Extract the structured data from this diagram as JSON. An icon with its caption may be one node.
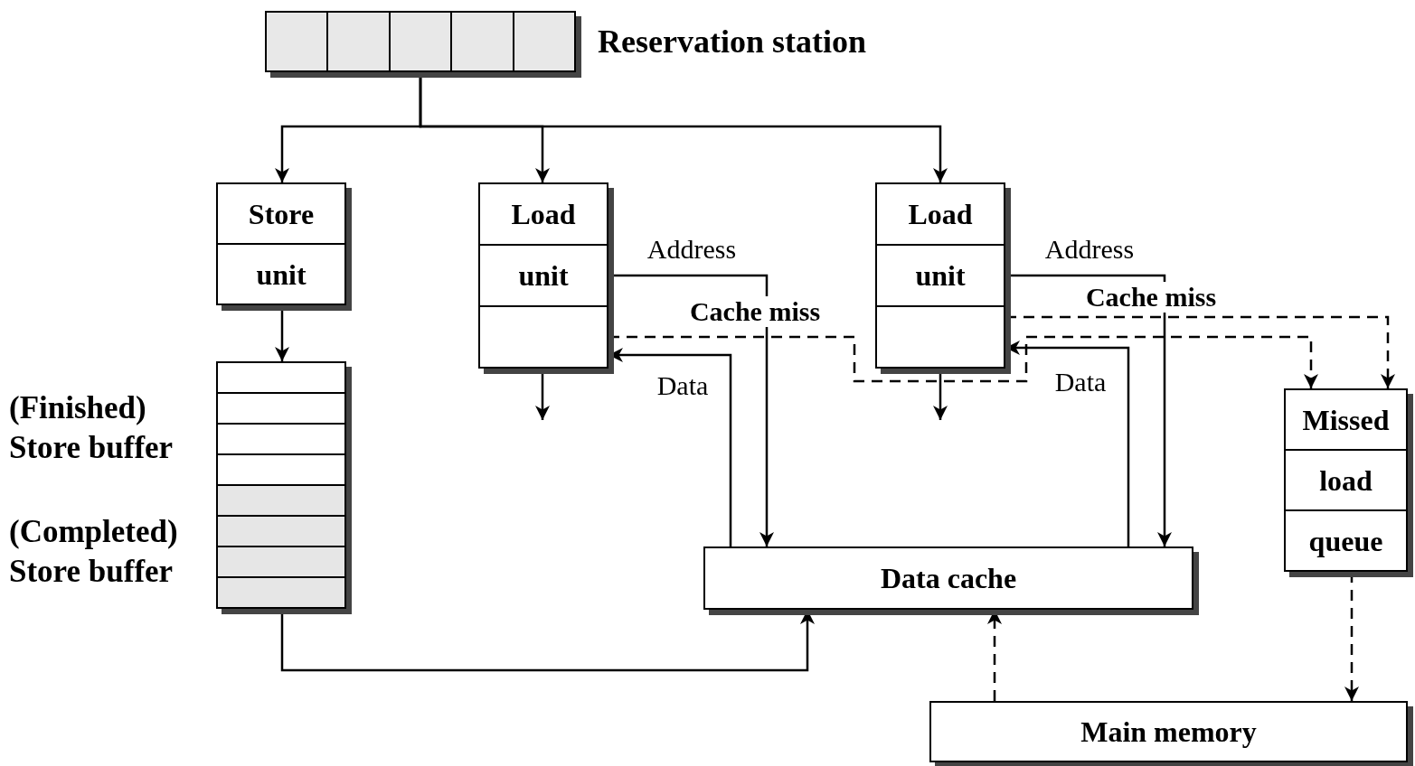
{
  "diagram": {
    "nodes": [
      {
        "text": [
          "Reservation station"
        ]
      },
      {
        "text": [
          "Store",
          "unit"
        ]
      },
      {
        "text": [
          "Load",
          "unit"
        ]
      },
      {
        "text": [
          "Load",
          "unit"
        ]
      },
      {
        "text": [
          "(Finished) Store buffer",
          "(Completed) Store buffer"
        ]
      },
      {
        "text": [
          "Data cache"
        ]
      },
      {
        "text": [
          "Missed",
          "load",
          "queue"
        ]
      },
      {
        "text": [
          "Main memory"
        ]
      }
    ],
    "edges": [
      {
        "from": 0,
        "to": 1,
        "arrow": "to"
      },
      {
        "from": 0,
        "to": 2,
        "arrow": "to"
      },
      {
        "from": 0,
        "to": 3,
        "arrow": "to"
      },
      {
        "from": 1,
        "to": 4,
        "arrow": "to"
      },
      {
        "from": 2,
        "to": 5,
        "arrow": "to",
        "label": "Address"
      },
      {
        "from": 5,
        "to": 2,
        "arrow": "to",
        "label": "Data"
      },
      {
        "from": 2,
        "to": 6,
        "arrow": "to",
        "label": "Cache miss",
        "style": "dashed"
      },
      {
        "from": 2,
        "to": null,
        "arrow": "to"
      },
      {
        "from": 3,
        "to": 5,
        "arrow": "to",
        "label": "Address"
      },
      {
        "from": 5,
        "to": 3,
        "arrow": "to",
        "label": "Data"
      },
      {
        "from": 3,
        "to": 6,
        "arrow": "to",
        "label": "Cache miss",
        "style": "dashed"
      },
      {
        "from": 3,
        "to": null,
        "arrow": "to"
      },
      {
        "from": 4,
        "to": 5,
        "arrow": "to"
      },
      {
        "from": 7,
        "to": 5,
        "arrow": "to",
        "style": "dashed"
      },
      {
        "from": 6,
        "to": 7,
        "arrow": "to",
        "style": "dashed"
      }
    ]
  }
}
